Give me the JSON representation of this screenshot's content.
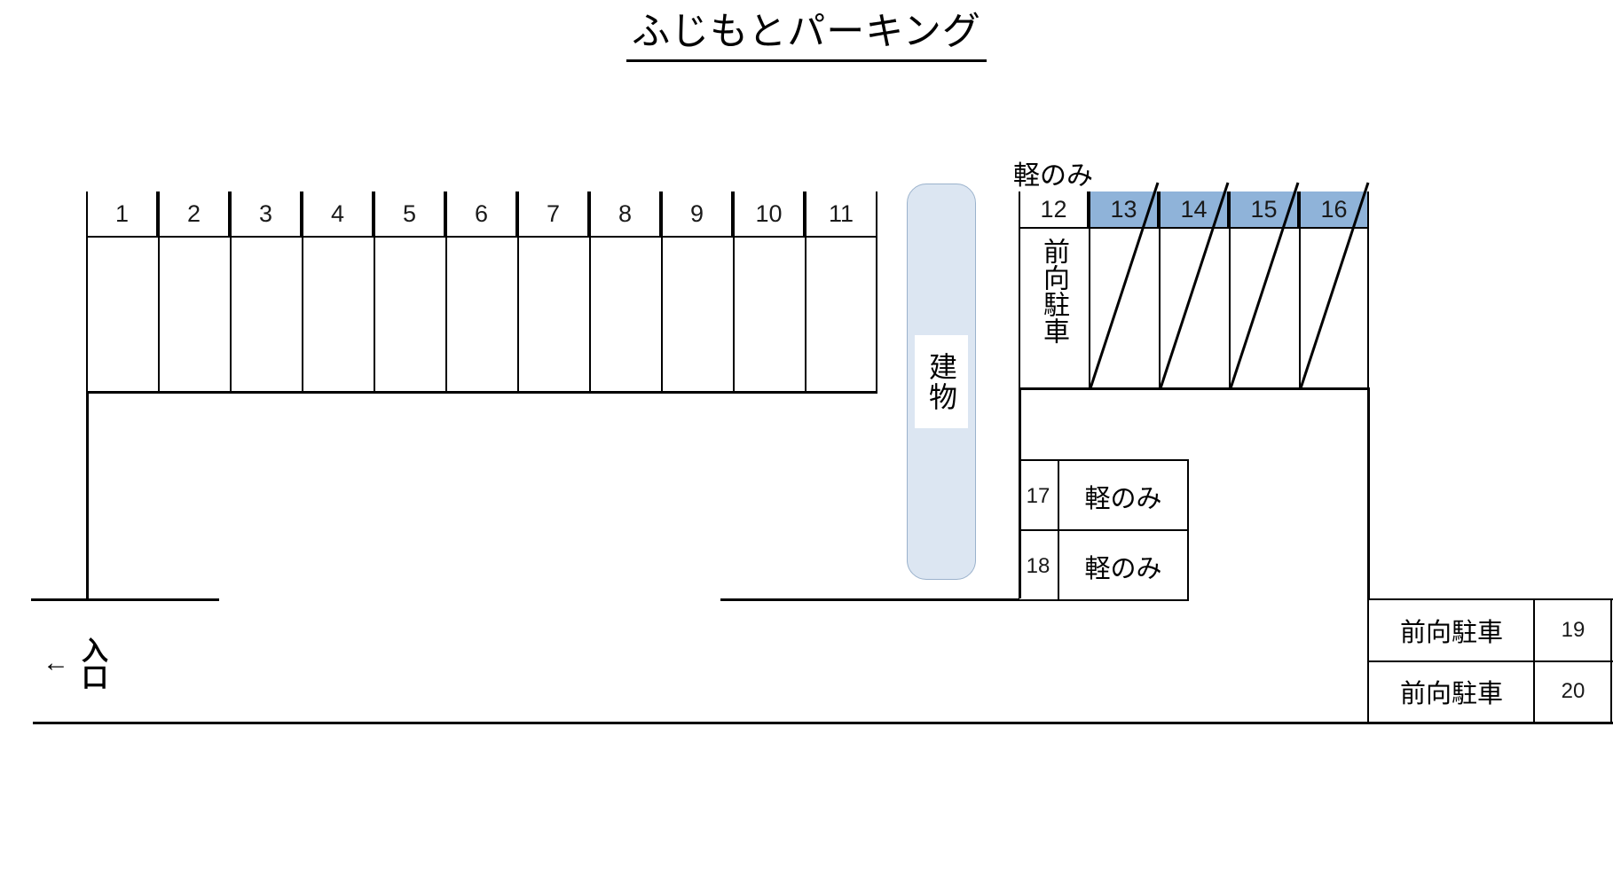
{
  "title": "ふじもとパーキング",
  "labels": {
    "building": "建物",
    "light_only": "軽のみ",
    "front_parking": "前向駐車",
    "entrance": "入口",
    "entrance_arrow": "←"
  },
  "colors": {
    "stall_highlight": "#8fb3d9",
    "building_fill": "#dce6f2",
    "line": "#000000"
  },
  "top_row": {
    "stalls": [
      {
        "number": "1"
      },
      {
        "number": "2"
      },
      {
        "number": "3"
      },
      {
        "number": "4"
      },
      {
        "number": "5"
      },
      {
        "number": "6"
      },
      {
        "number": "7"
      },
      {
        "number": "8"
      },
      {
        "number": "9"
      },
      {
        "number": "10"
      },
      {
        "number": "11"
      }
    ]
  },
  "right_row": {
    "note": "軽のみ",
    "stalls": [
      {
        "number": "12",
        "highlighted": false,
        "vertical_note": "前向駐車"
      },
      {
        "number": "13",
        "highlighted": true
      },
      {
        "number": "14",
        "highlighted": true
      },
      {
        "number": "15",
        "highlighted": true
      },
      {
        "number": "16",
        "highlighted": true
      }
    ]
  },
  "lower_stalls": [
    {
      "number": "17",
      "note": "軽のみ"
    },
    {
      "number": "18",
      "note": "軽のみ"
    }
  ],
  "bottom_right_stalls": [
    {
      "number": "19",
      "note": "前向駐車"
    },
    {
      "number": "20",
      "note": "前向駐車"
    }
  ]
}
